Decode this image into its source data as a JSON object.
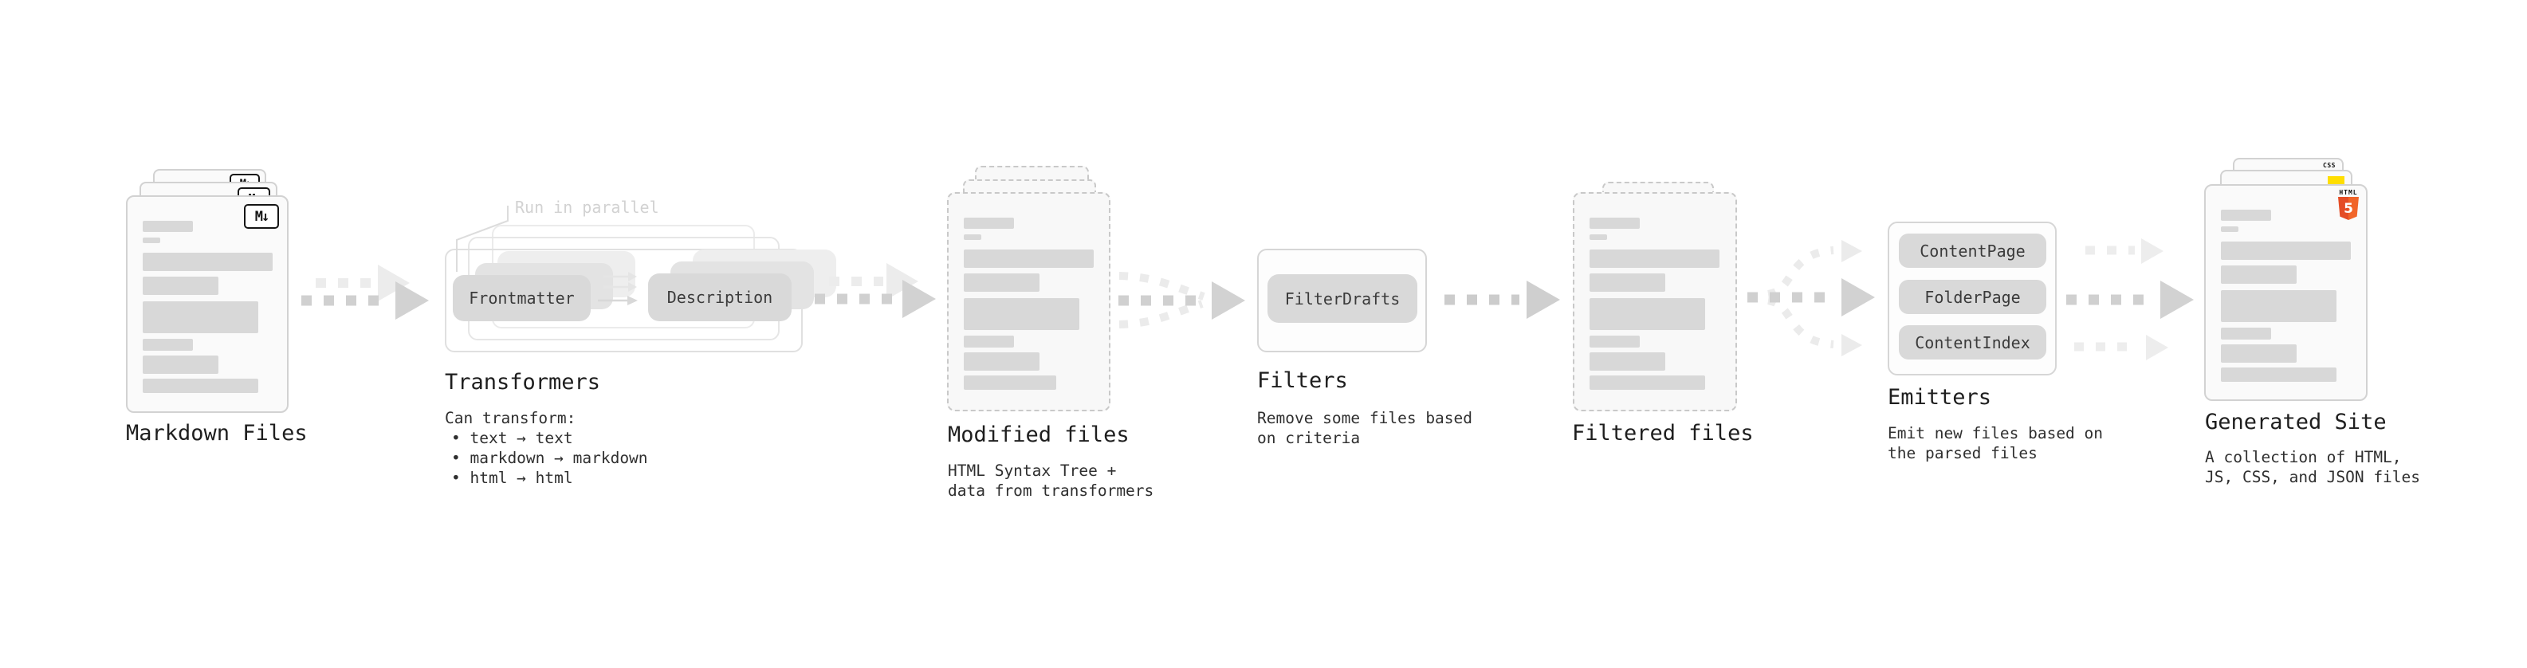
{
  "stages": {
    "markdown_files": {
      "label": "Markdown Files"
    },
    "transformers": {
      "label": "Transformers",
      "annotation": "Run in parallel",
      "pills": [
        "Frontmatter",
        "Description"
      ],
      "description_lines": [
        "Can transform:"
      ],
      "bullets": [
        "• text → text",
        "• markdown → markdown",
        "• html → html"
      ]
    },
    "modified_files": {
      "label": "Modified files",
      "description_lines": [
        "HTML Syntax Tree +",
        "data from transformers"
      ]
    },
    "filters": {
      "label": "Filters",
      "pills": [
        "FilterDrafts"
      ],
      "description_lines": [
        "Remove some files based",
        "on criteria"
      ]
    },
    "filtered_files": {
      "label": "Filtered files"
    },
    "emitters": {
      "label": "Emitters",
      "pills": [
        "ContentPage",
        "FolderPage",
        "ContentIndex"
      ],
      "description_lines": [
        "Emit new files based on",
        "the parsed files"
      ]
    },
    "generated_site": {
      "label": "Generated Site",
      "description_lines": [
        "A collection of HTML,",
        "JS, CSS, and JSON files"
      ]
    }
  },
  "icons": {
    "markdown_badge": "M↓",
    "html5_wordmark": "HTML",
    "html5_numeral": "5",
    "css_wordmark": "CSS"
  },
  "colors": {
    "background": "#ffffff",
    "card_border": "#d2d2d2",
    "placeholder_bar": "#d8d8d8",
    "pill_background": "#d9d9d9",
    "arrow": "#d0d0d0",
    "arrow_light": "#ececec",
    "label_text": "#1e1e1e",
    "annotation_text": "#d2d2d2",
    "js_yellow": "#ffde00",
    "css_blue": "#2e6bf0",
    "html5_orange": "#e44d26"
  }
}
